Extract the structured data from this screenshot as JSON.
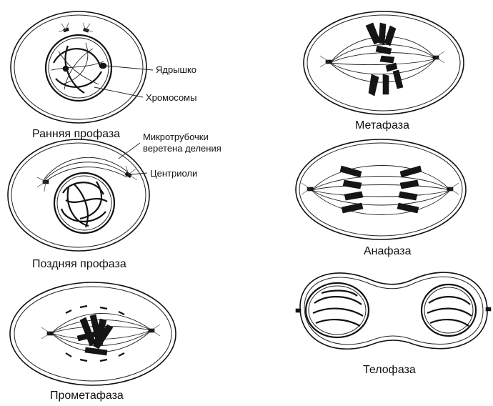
{
  "stages": {
    "early_prophase": "Ранняя профаза",
    "late_prophase": "Поздняя профаза",
    "prometaphase": "Прометафаза",
    "metaphase": "Метафаза",
    "anaphase": "Анафаза",
    "telophase": "Телофаза"
  },
  "annotations": {
    "nucleolus": "Ядрышко",
    "chromosomes": "Хромосомы",
    "spindle_line1": "Микротрубочки",
    "spindle_line2": "веретена деления",
    "centrioles": "Центриоли"
  }
}
